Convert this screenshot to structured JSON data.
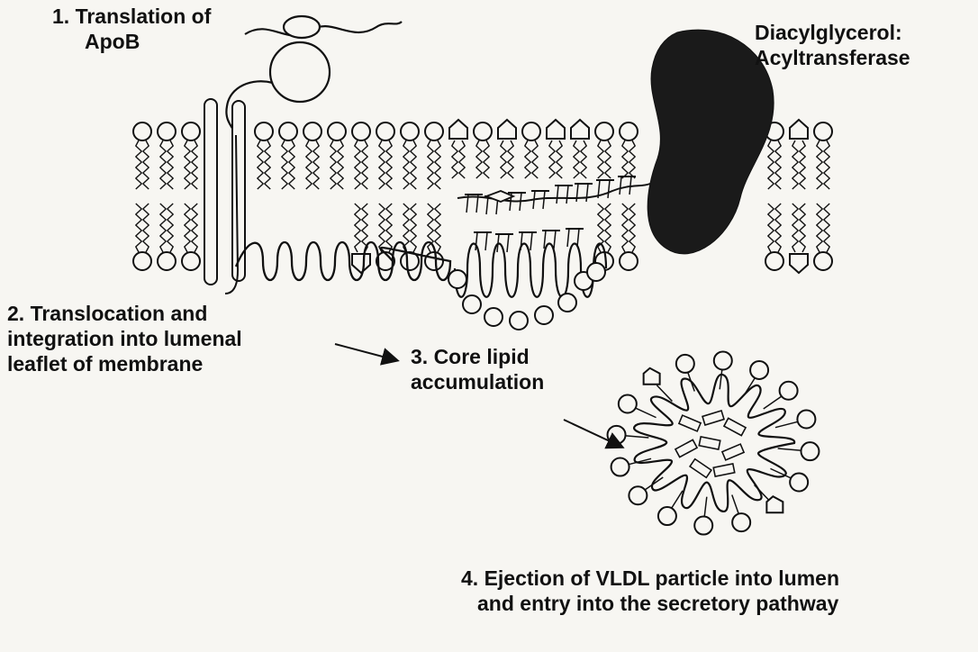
{
  "labels": {
    "translation": [
      "1. Translation of",
      "ApoB"
    ],
    "dgat": [
      "Diacylglycerol:",
      "Acyltransferase"
    ],
    "translocation": [
      "2. Translocation and",
      "integration into lumenal",
      "leaflet of membrane"
    ],
    "core": [
      "3. Core lipid",
      "accumulation"
    ],
    "ejection": [
      "4. Ejection of VLDL particle into lumen",
      "and entry into the secretory pathway"
    ]
  },
  "colors": {
    "ink": "#111111",
    "paper": "#f7f6f2",
    "enzyme": "#1a1a1a"
  }
}
